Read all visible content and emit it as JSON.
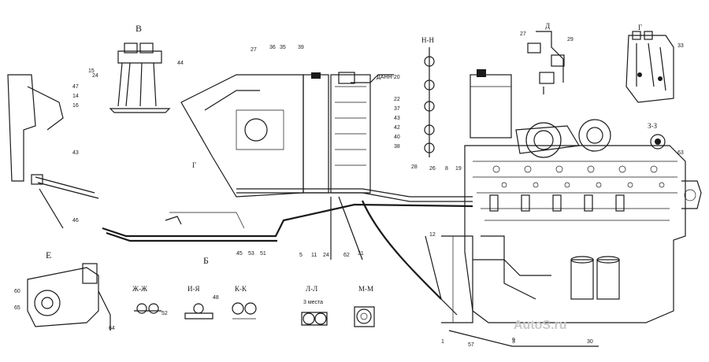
{
  "watermark": "AutoS.ru",
  "section_labels": {
    "V": "В",
    "G": "Г",
    "D": "Д",
    "E": "Е",
    "B1": "Б",
    "G1": "Г",
    "HH": "Н-Н",
    "ZZ": "З-З",
    "JJ": "Ж-Ж",
    "IK": "И-Я",
    "KK": "К-К",
    "LL": "Л-Л",
    "MM": "М-М",
    "angle_note": "3 места",
    "top_note": "ДАНН-20"
  },
  "callouts": {
    "c1": "15",
    "c2": "27",
    "c3": "36",
    "c4": "35",
    "c5": "39",
    "c6": "22",
    "c7": "37",
    "c8": "43",
    "c9": "42",
    "c10": "40",
    "c11": "38",
    "c12": "47",
    "c13": "14",
    "c14": "16",
    "c15": "43",
    "c16": "46",
    "c17": "44",
    "c18": "24",
    "c19": "45",
    "c20": "53",
    "c21": "51",
    "c22": "5",
    "c23": "11",
    "c24": "24",
    "c25": "62",
    "c26": "31",
    "c27": "30",
    "c28": "1",
    "c29": "57",
    "c30": "9",
    "c31": "64",
    "c32": "65",
    "c33": "60",
    "c34": "52",
    "c35": "48",
    "c36": "27",
    "c37": "29",
    "c38": "33",
    "c39": "63",
    "c40": "8",
    "c41": "26",
    "c42": "19",
    "c43": "3",
    "c44": "28",
    "c45": "12"
  }
}
